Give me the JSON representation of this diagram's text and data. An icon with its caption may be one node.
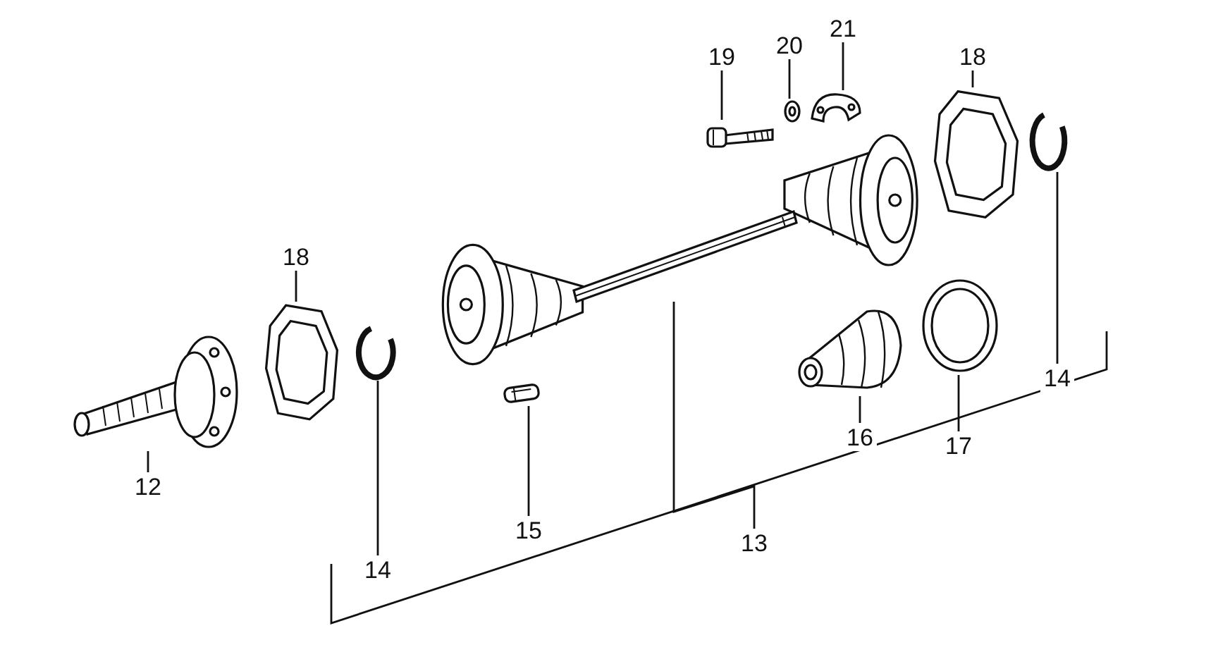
{
  "diagram": {
    "nodes": [
      {
        "text": [
          "19"
        ]
      },
      {
        "text": [
          "20"
        ]
      },
      {
        "text": [
          "21"
        ]
      },
      {
        "text": [
          "18"
        ]
      },
      {
        "text": [
          "14"
        ]
      },
      {
        "text": [
          "18"
        ]
      },
      {
        "text": [
          "12"
        ]
      },
      {
        "text": [
          "14"
        ]
      },
      {
        "text": [
          "15"
        ]
      },
      {
        "text": [
          "13"
        ]
      },
      {
        "text": [
          "16"
        ]
      },
      {
        "text": [
          "17"
        ]
      },
      {
        "text": [],
        "shape": "picture"
      },
      {
        "text": [],
        "shape": "picture"
      },
      {
        "text": [],
        "shape": "picture"
      },
      {
        "text": [],
        "shape": "picture"
      },
      {
        "text": [],
        "shape": "picture"
      },
      {
        "text": [],
        "shape": "picture"
      },
      {
        "text": [],
        "shape": "picture"
      },
      {
        "text": [],
        "shape": "picture"
      },
      {
        "text": [],
        "shape": "picture"
      },
      {
        "text": [],
        "shape": "picture"
      },
      {
        "text": [],
        "shape": "picture"
      },
      {
        "text": [],
        "shape": "picture"
      }
    ],
    "edges": [
      {
        "from": 0,
        "to": 12,
        "arrow": "none"
      },
      {
        "from": 1,
        "to": 13,
        "arrow": "none"
      },
      {
        "from": 2,
        "to": 14,
        "arrow": "none"
      },
      {
        "from": 3,
        "to": 15,
        "arrow": "none"
      },
      {
        "from": 4,
        "to": 16,
        "arrow": "none"
      },
      {
        "from": 5,
        "to": 17,
        "arrow": "none"
      },
      {
        "from": 6,
        "to": 18,
        "arrow": "none"
      },
      {
        "from": 7,
        "to": 19,
        "arrow": "none"
      },
      {
        "from": 8,
        "to": 20,
        "arrow": "none"
      },
      {
        "from": 9,
        "to": 21,
        "arrow": "none"
      },
      {
        "from": 10,
        "to": 22,
        "arrow": "none"
      },
      {
        "from": 11,
        "to": 23,
        "arrow": "none"
      }
    ]
  }
}
